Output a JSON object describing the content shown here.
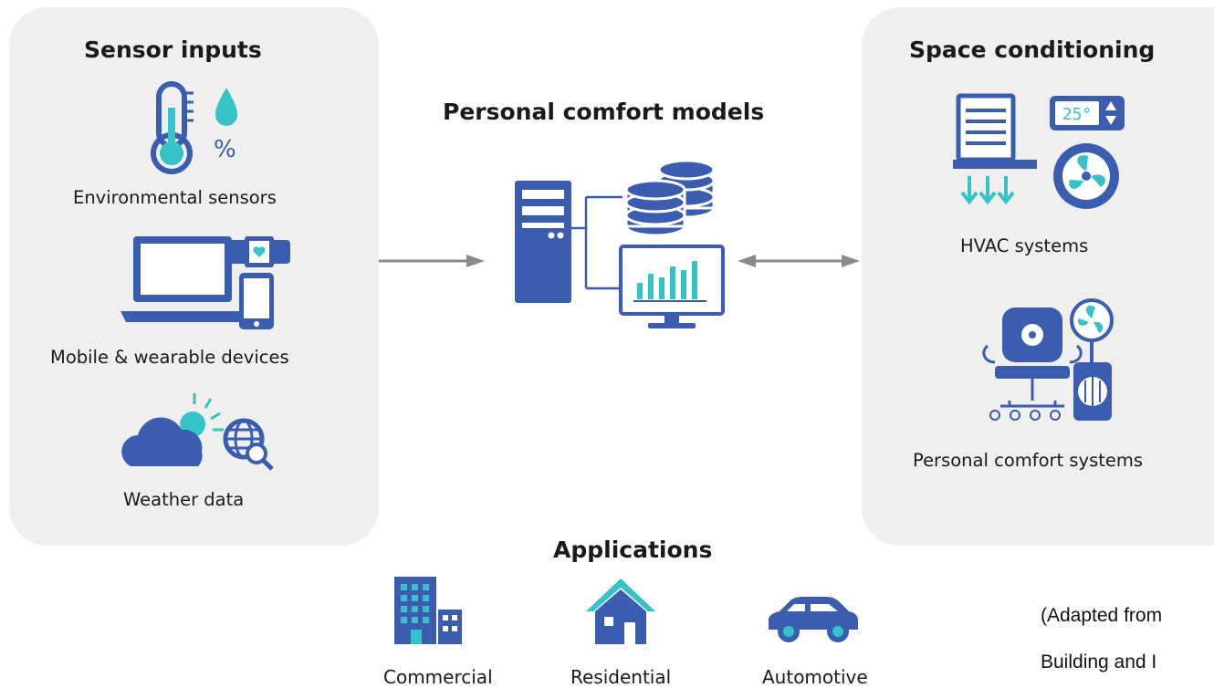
{
  "sensor_inputs": {
    "title": "Sensor inputs",
    "items": [
      {
        "label": "Environmental sensors",
        "icon": "thermometer-humidity-icon"
      },
      {
        "label": "Mobile & wearable devices",
        "icon": "laptop-phone-wearable-icon"
      },
      {
        "label": "Weather data",
        "icon": "cloud-sun-globe-icon"
      }
    ]
  },
  "center": {
    "title": "Personal comfort models",
    "icon": "server-database-monitor-icon"
  },
  "space_conditioning": {
    "title": "Space conditioning",
    "items": [
      {
        "label": "HVAC systems",
        "icon": "hvac-thermostat-fan-icon",
        "thermostat_value": "25°"
      },
      {
        "label": "Personal comfort systems",
        "icon": "chair-fan-heater-icon"
      }
    ]
  },
  "applications": {
    "title": "Applications",
    "items": [
      {
        "label": "Commercial",
        "icon": "office-building-icon"
      },
      {
        "label": "Residential",
        "icon": "house-icon"
      },
      {
        "label": "Automotive",
        "icon": "car-icon"
      }
    ]
  },
  "caption": {
    "line1": "(Adapted from",
    "line2": "Building and I"
  },
  "colors": {
    "primary": "#3a5db0",
    "accent": "#36c3c8",
    "panel": "#efefef",
    "arrow": "#8a8a8a"
  }
}
